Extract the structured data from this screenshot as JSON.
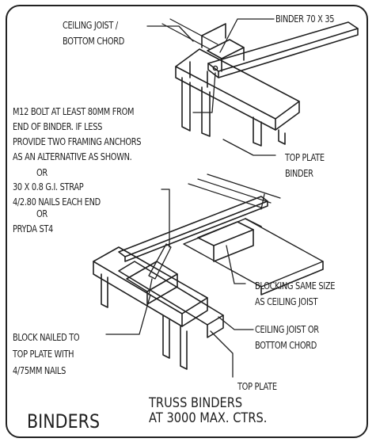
{
  "title": "BINDERS",
  "subtitle_lines": [
    "TRUSS BINDERS",
    "AT 3000 MAX. CTRS."
  ],
  "labels": {
    "ceiling_joist_top": [
      "CEILING JOIST /",
      "BOTTOM CHORD"
    ],
    "binder_size": [
      "BINDER 70 X 35"
    ],
    "bolt_note": [
      "M12 BOLT AT LEAST 80MM FROM",
      "END OF BINDER. IF LESS",
      "PROVIDE TWO FRAMING ANCHORS",
      "AS AN ALTERNATIVE AS SHOWN."
    ],
    "or_1": [
      "OR"
    ],
    "strap_note": [
      "30 X 0.8 G.I. STRAP",
      "4/2.80 NAILS EACH END"
    ],
    "or_2": [
      "OR"
    ],
    "pryda": [
      "PRYDA ST4"
    ],
    "top_plate_binder": [
      "TOP PLATE",
      "BINDER"
    ],
    "blocking_note": [
      "BLOCKING SAME SIZE",
      "AS CEILING JOIST"
    ],
    "block_nailed": [
      "BLOCK NAILED TO",
      "TOP PLATE WITH",
      "4/75MM NAILS"
    ],
    "ceiling_joist_bottom": [
      "CEILING JOIST OR",
      "BOTTOM CHORD"
    ],
    "top_plate": [
      "TOP PLATE"
    ]
  },
  "colors": {
    "ink": "#1f1f1f",
    "paper": "#ffffff"
  }
}
